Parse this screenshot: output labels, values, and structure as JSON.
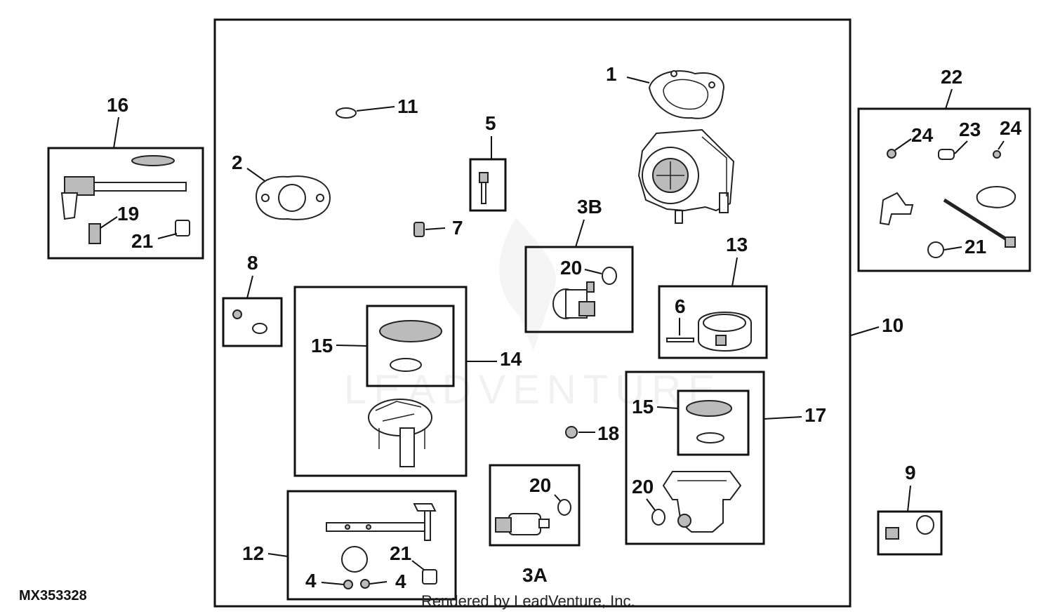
{
  "diagram_code": "MX353328",
  "rendered_by": "Rendered by LeadVenture, Inc.",
  "watermark": "LEADVENTURE",
  "callouts": {
    "c1": "1",
    "c2": "2",
    "c3a": "3A",
    "c3b": "3B",
    "c4a": "4",
    "c4b": "4",
    "c5": "5",
    "c6": "6",
    "c7": "7",
    "c8": "8",
    "c9": "9",
    "c10": "10",
    "c11": "11",
    "c12": "12",
    "c13": "13",
    "c14": "14",
    "c15a": "15",
    "c15b": "15",
    "c16": "16",
    "c17": "17",
    "c18": "18",
    "c19": "19",
    "c20a": "20",
    "c20b": "20",
    "c20c": "20",
    "c21a": "21",
    "c21b": "21",
    "c21c": "21",
    "c22": "22",
    "c23": "23",
    "c24a": "24",
    "c24b": "24"
  }
}
